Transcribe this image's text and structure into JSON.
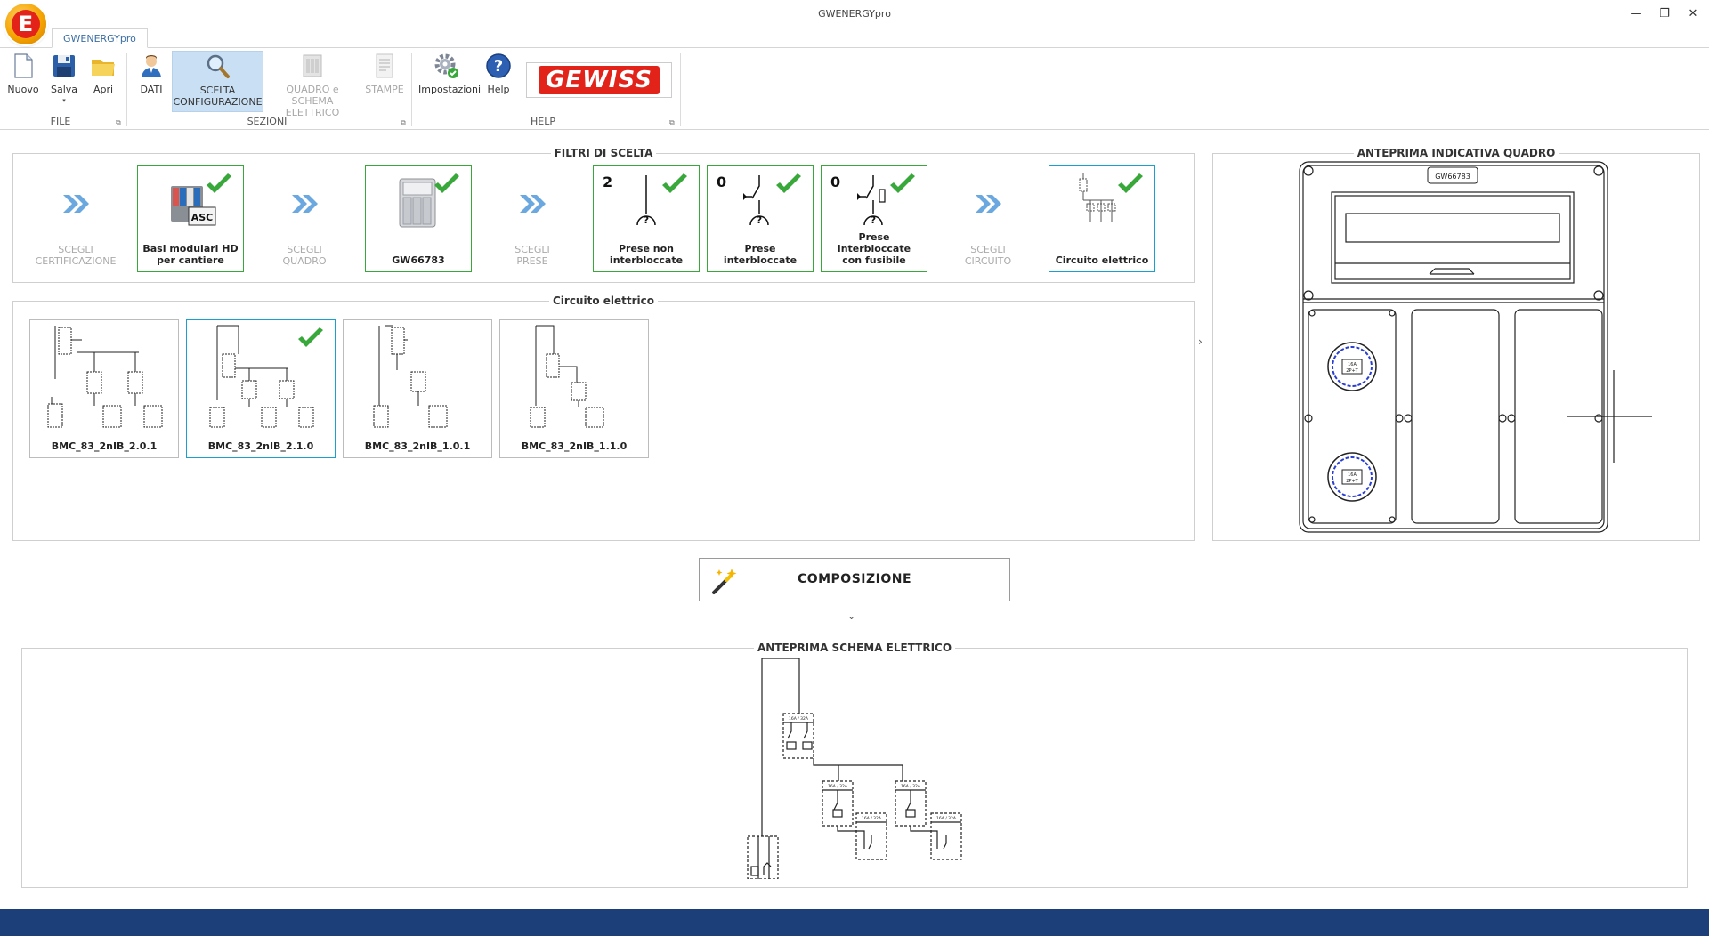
{
  "window": {
    "title": "GWENERGYpro",
    "minimize": "—",
    "restore": "❐",
    "close": "✕",
    "app_logo_letter": "E"
  },
  "ribbon": {
    "tab": "GWENERGYpro",
    "buttons": {
      "nuovo": "Nuovo",
      "salva": "Salva",
      "apri": "Apri",
      "dati": "DATI",
      "scelta_line1": "SCELTA",
      "scelta_line2": "CONFIGURAZIONE",
      "quadro_line1": "QUADRO e SCHEMA",
      "quadro_line2": "ELETTRICO",
      "stampe": "STAMPE",
      "impostazioni": "Impostazioni",
      "help": "Help"
    },
    "groups": {
      "file": "FILE",
      "sezioni": "SEZIONI",
      "help": "HELP"
    },
    "gewiss_logo": "GEWISS"
  },
  "filters": {
    "title": "FILTRI DI SCELTA",
    "tiles": [
      {
        "type": "step",
        "line1": "SCEGLI",
        "line2": "CERTIFICAZIONE"
      },
      {
        "type": "choice",
        "line1": "Basi modulari HD",
        "line2": "per cantiere",
        "badge": "ASC"
      },
      {
        "type": "step",
        "line1": "SCEGLI",
        "line2": "QUADRO"
      },
      {
        "type": "choice",
        "line1": "GW66783",
        "line2": ""
      },
      {
        "type": "step",
        "line1": "SCEGLI",
        "line2": "PRESE"
      },
      {
        "type": "count",
        "count": "2",
        "line1": "Prese non",
        "line2": "interbloccate"
      },
      {
        "type": "count",
        "count": "0",
        "line1": "Prese",
        "line2": "interbloccate"
      },
      {
        "type": "count",
        "count": "0",
        "line1": "Prese",
        "line2": "interbloccate",
        "line3": "con fusibile"
      },
      {
        "type": "step",
        "line1": "SCEGLI",
        "line2": "CIRCUITO"
      },
      {
        "type": "choice",
        "line1": "Circuito elettrico",
        "line2": ""
      }
    ]
  },
  "circuits": {
    "title": "Circuito elettrico",
    "items": [
      {
        "label": "BMC_83_2nIB_2.0.1",
        "selected": false
      },
      {
        "label": "BMC_83_2nIB_2.1.0",
        "selected": true
      },
      {
        "label": "BMC_83_2nIB_1.0.1",
        "selected": false
      },
      {
        "label": "BMC_83_2nIB_1.1.0",
        "selected": false
      }
    ]
  },
  "preview_quadro": {
    "title": "ANTEPRIMA INDICATIVA QUADRO",
    "model_label": "GW66783",
    "socket_rating": "16A",
    "socket_poles": "2P+T"
  },
  "compose_button": "COMPOSIZIONE",
  "schema": {
    "title": "ANTEPRIMA SCHEMA ELETTRICO",
    "breaker_label": "16A / 32A"
  },
  "colors": {
    "accent": "#1aa0cf",
    "check_green": "#37a839",
    "brand_red": "#e2231a",
    "status_bar": "#1c3f7a"
  }
}
